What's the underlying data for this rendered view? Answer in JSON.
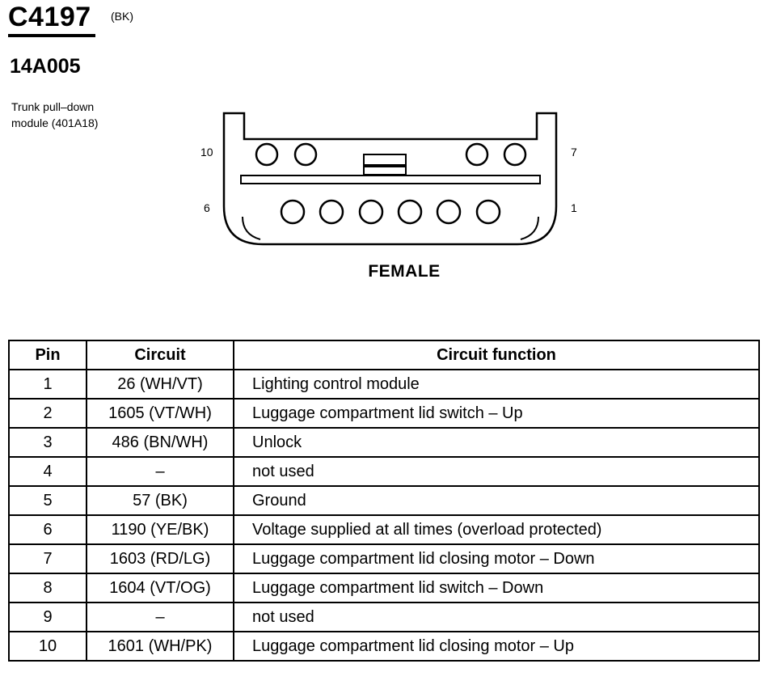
{
  "connector": {
    "id": "C4197",
    "color": "(BK)",
    "part_number": "14A005",
    "module_line1": "Trunk pull–down",
    "module_line2": "module (401A18)",
    "view_label": "FEMALE",
    "pin_labels": {
      "top_left": "10",
      "top_right": "7",
      "bottom_left": "6",
      "bottom_right": "1"
    }
  },
  "table": {
    "headers": [
      "Pin",
      "Circuit",
      "Circuit function"
    ],
    "rows": [
      {
        "pin": "1",
        "circuit": "26 (WH/VT)",
        "function": "Lighting control module"
      },
      {
        "pin": "2",
        "circuit": "1605 (VT/WH)",
        "function": "Luggage compartment lid switch – Up"
      },
      {
        "pin": "3",
        "circuit": "486 (BN/WH)",
        "function": "Unlock"
      },
      {
        "pin": "4",
        "circuit": "–",
        "function": "not used"
      },
      {
        "pin": "5",
        "circuit": "57 (BK)",
        "function": "Ground"
      },
      {
        "pin": "6",
        "circuit": "1190 (YE/BK)",
        "function": "Voltage supplied at all times (overload protected)"
      },
      {
        "pin": "7",
        "circuit": "1603 (RD/LG)",
        "function": "Luggage compartment lid closing motor – Down"
      },
      {
        "pin": "8",
        "circuit": "1604 (VT/OG)",
        "function": "Luggage compartment lid switch – Down"
      },
      {
        "pin": "9",
        "circuit": "–",
        "function": "not used"
      },
      {
        "pin": "10",
        "circuit": "1601 (WH/PK)",
        "function": "Luggage compartment lid closing motor – Up"
      }
    ]
  }
}
